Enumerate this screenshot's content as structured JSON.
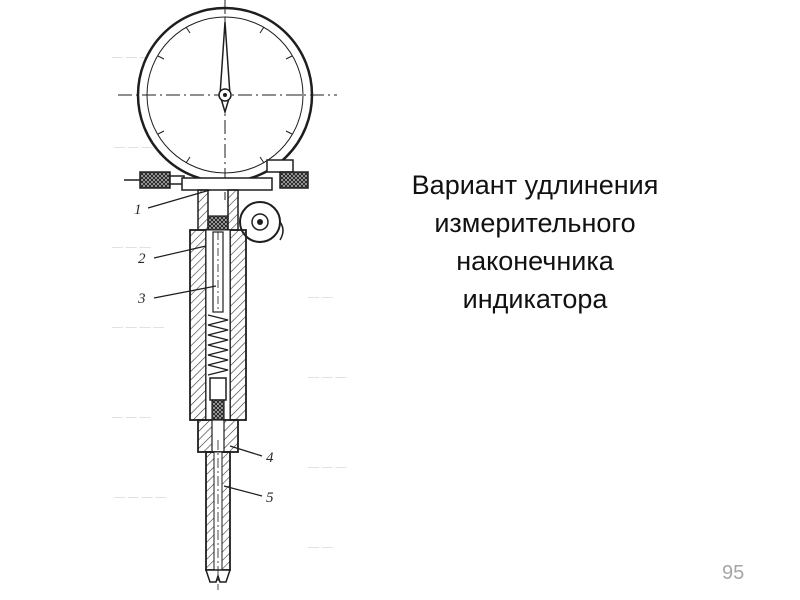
{
  "caption": {
    "lines": [
      "Вариант удлинения",
      "измерительного",
      "наконечника",
      "индикатора"
    ]
  },
  "slide_number": "95",
  "figure": {
    "part_labels": [
      "1",
      "2",
      "3",
      "4",
      "5"
    ]
  },
  "colors": {
    "background": "#ffffff",
    "text": "#111111",
    "slide_number": "#a6a6a6",
    "drawing_ink": "#1e1e1e"
  }
}
